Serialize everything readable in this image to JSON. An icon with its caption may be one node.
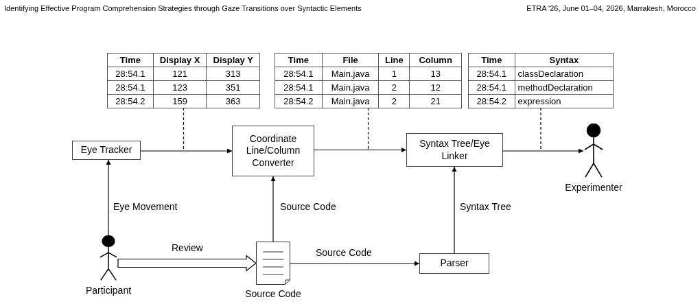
{
  "diagram": {
    "nodes": [
      {
        "text": [
          "Time",
          "Display X",
          "Display Y",
          "28:54.1",
          "121",
          "313",
          "28:54.1",
          "123",
          "351",
          "28:54.2",
          "159",
          "363"
        ]
      },
      {
        "text": [
          "Time",
          "File",
          "Line",
          "Column",
          "28:54.1",
          "Main.java",
          "1",
          "13",
          "28:54.1",
          "Main.java",
          "2",
          "12",
          "28:54.2",
          "Main.java",
          "2",
          "21"
        ]
      },
      {
        "text": [
          "Time",
          "Syntax",
          "28:54.1",
          "classDeclaration",
          "28:54.1",
          "methodDeclaration",
          "28:54.2",
          "expression"
        ]
      },
      {
        "text": [
          "Eye Tracker"
        ]
      },
      {
        "text": [
          "Coordinate Line/Column Converter"
        ]
      },
      {
        "text": [
          "Syntax Tree/Eye Linker"
        ]
      },
      {
        "text": [],
        "shape": "person",
        "beside": [
          "Experimenter"
        ]
      },
      {
        "text": [],
        "shape": "person",
        "beside": [
          "Participant"
        ]
      },
      {
        "text": [],
        "shape": "document",
        "beside": [
          "Source Code"
        ]
      },
      {
        "text": [
          "Parser"
        ]
      }
    ],
    "edges": [
      {
        "from": 3,
        "to": 4,
        "arrow": "to"
      },
      {
        "from": 4,
        "to": 5,
        "arrow": "to"
      },
      {
        "from": 5,
        "to": 6,
        "arrow": "to"
      },
      {
        "from": 7,
        "to": 3,
        "arrow": "to",
        "label": "Eye Movement"
      },
      {
        "from": 7,
        "to": 8,
        "arrow": "to",
        "label": "Review",
        "style": "thick"
      },
      {
        "from": 8,
        "to": 4,
        "arrow": "to",
        "label": "Source Code"
      },
      {
        "from": 8,
        "to": 9,
        "arrow": "to",
        "label": "Source Code"
      },
      {
        "from": 9,
        "to": 5,
        "arrow": "to",
        "label": "Syntax Tree"
      },
      {
        "from": 0,
        "to": null,
        "arrow": "none",
        "style": "dashed"
      },
      {
        "from": 1,
        "to": null,
        "arrow": "none",
        "style": "dashed"
      },
      {
        "from": 2,
        "to": null,
        "arrow": "none",
        "style": "dashed"
      }
    ],
    "labels": [
      "Identifying Effective Program Comprehension Strategies through Gaze Transitions over Syntactic Elements",
      "ETRA '26, June 01–04, 2026, Marrakesh, Morocco"
    ]
  }
}
